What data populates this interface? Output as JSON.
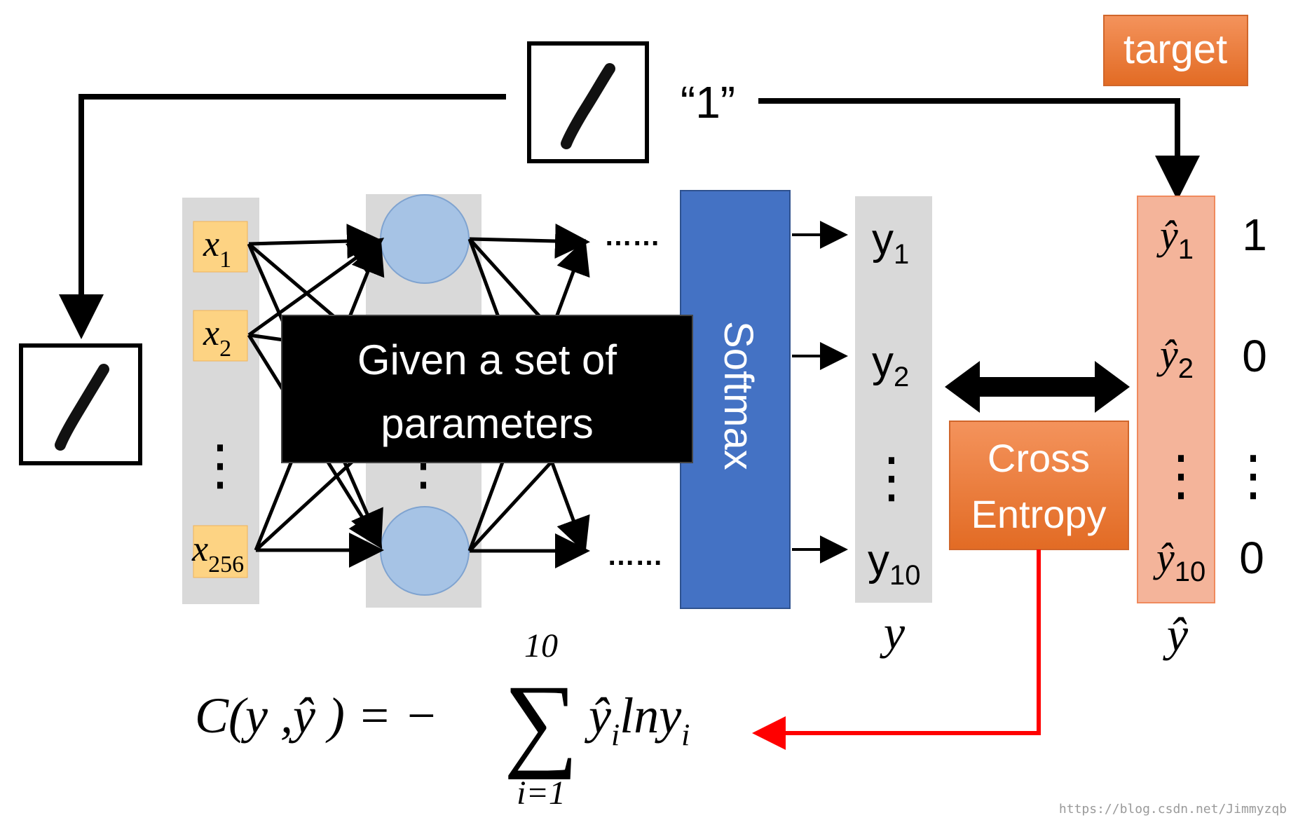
{
  "target_label": "target",
  "target_string": "“1”",
  "inputs": {
    "base": "x",
    "subs": [
      "1",
      "2",
      "256"
    ],
    "ellipsis": "⋮"
  },
  "hidden_ellipsis": "⋮",
  "top_dots": "……",
  "bottom_dots": "……",
  "softmax_label": "Softmax",
  "overlay_text": [
    "Given a set of",
    "parameters"
  ],
  "outputs": {
    "base": "y",
    "subs": [
      "1",
      "2",
      "10"
    ],
    "ellipsis": "⋮",
    "caption": "y"
  },
  "cross_entropy_label": [
    "Cross",
    "Entropy"
  ],
  "targets": {
    "base": "ŷ",
    "subs": [
      "1",
      "2",
      "10"
    ],
    "ellipsis": "⋮",
    "caption": "ŷ",
    "values": [
      "1",
      "0",
      "0"
    ],
    "values_ellipsis": "⋮"
  },
  "formula": {
    "lhs": "C(y ,ŷ ) = −",
    "sum_symbol": "∑",
    "upper": "10",
    "lower": "i=1",
    "term_base": "ŷ",
    "term_sub": "i",
    "term_mid": "lny",
    "term_sub2": "i"
  },
  "watermark": "https://blog.csdn.net/Jimmyzqb",
  "colors": {
    "input_box": "#fdd383",
    "hidden_node": "#a6c3e5",
    "softmax": "#4472c4",
    "orange": "#ed7d31",
    "target_col": "#f4b49a",
    "gray_col": "#d9d9d9",
    "red_arrow": "#ff0000"
  }
}
